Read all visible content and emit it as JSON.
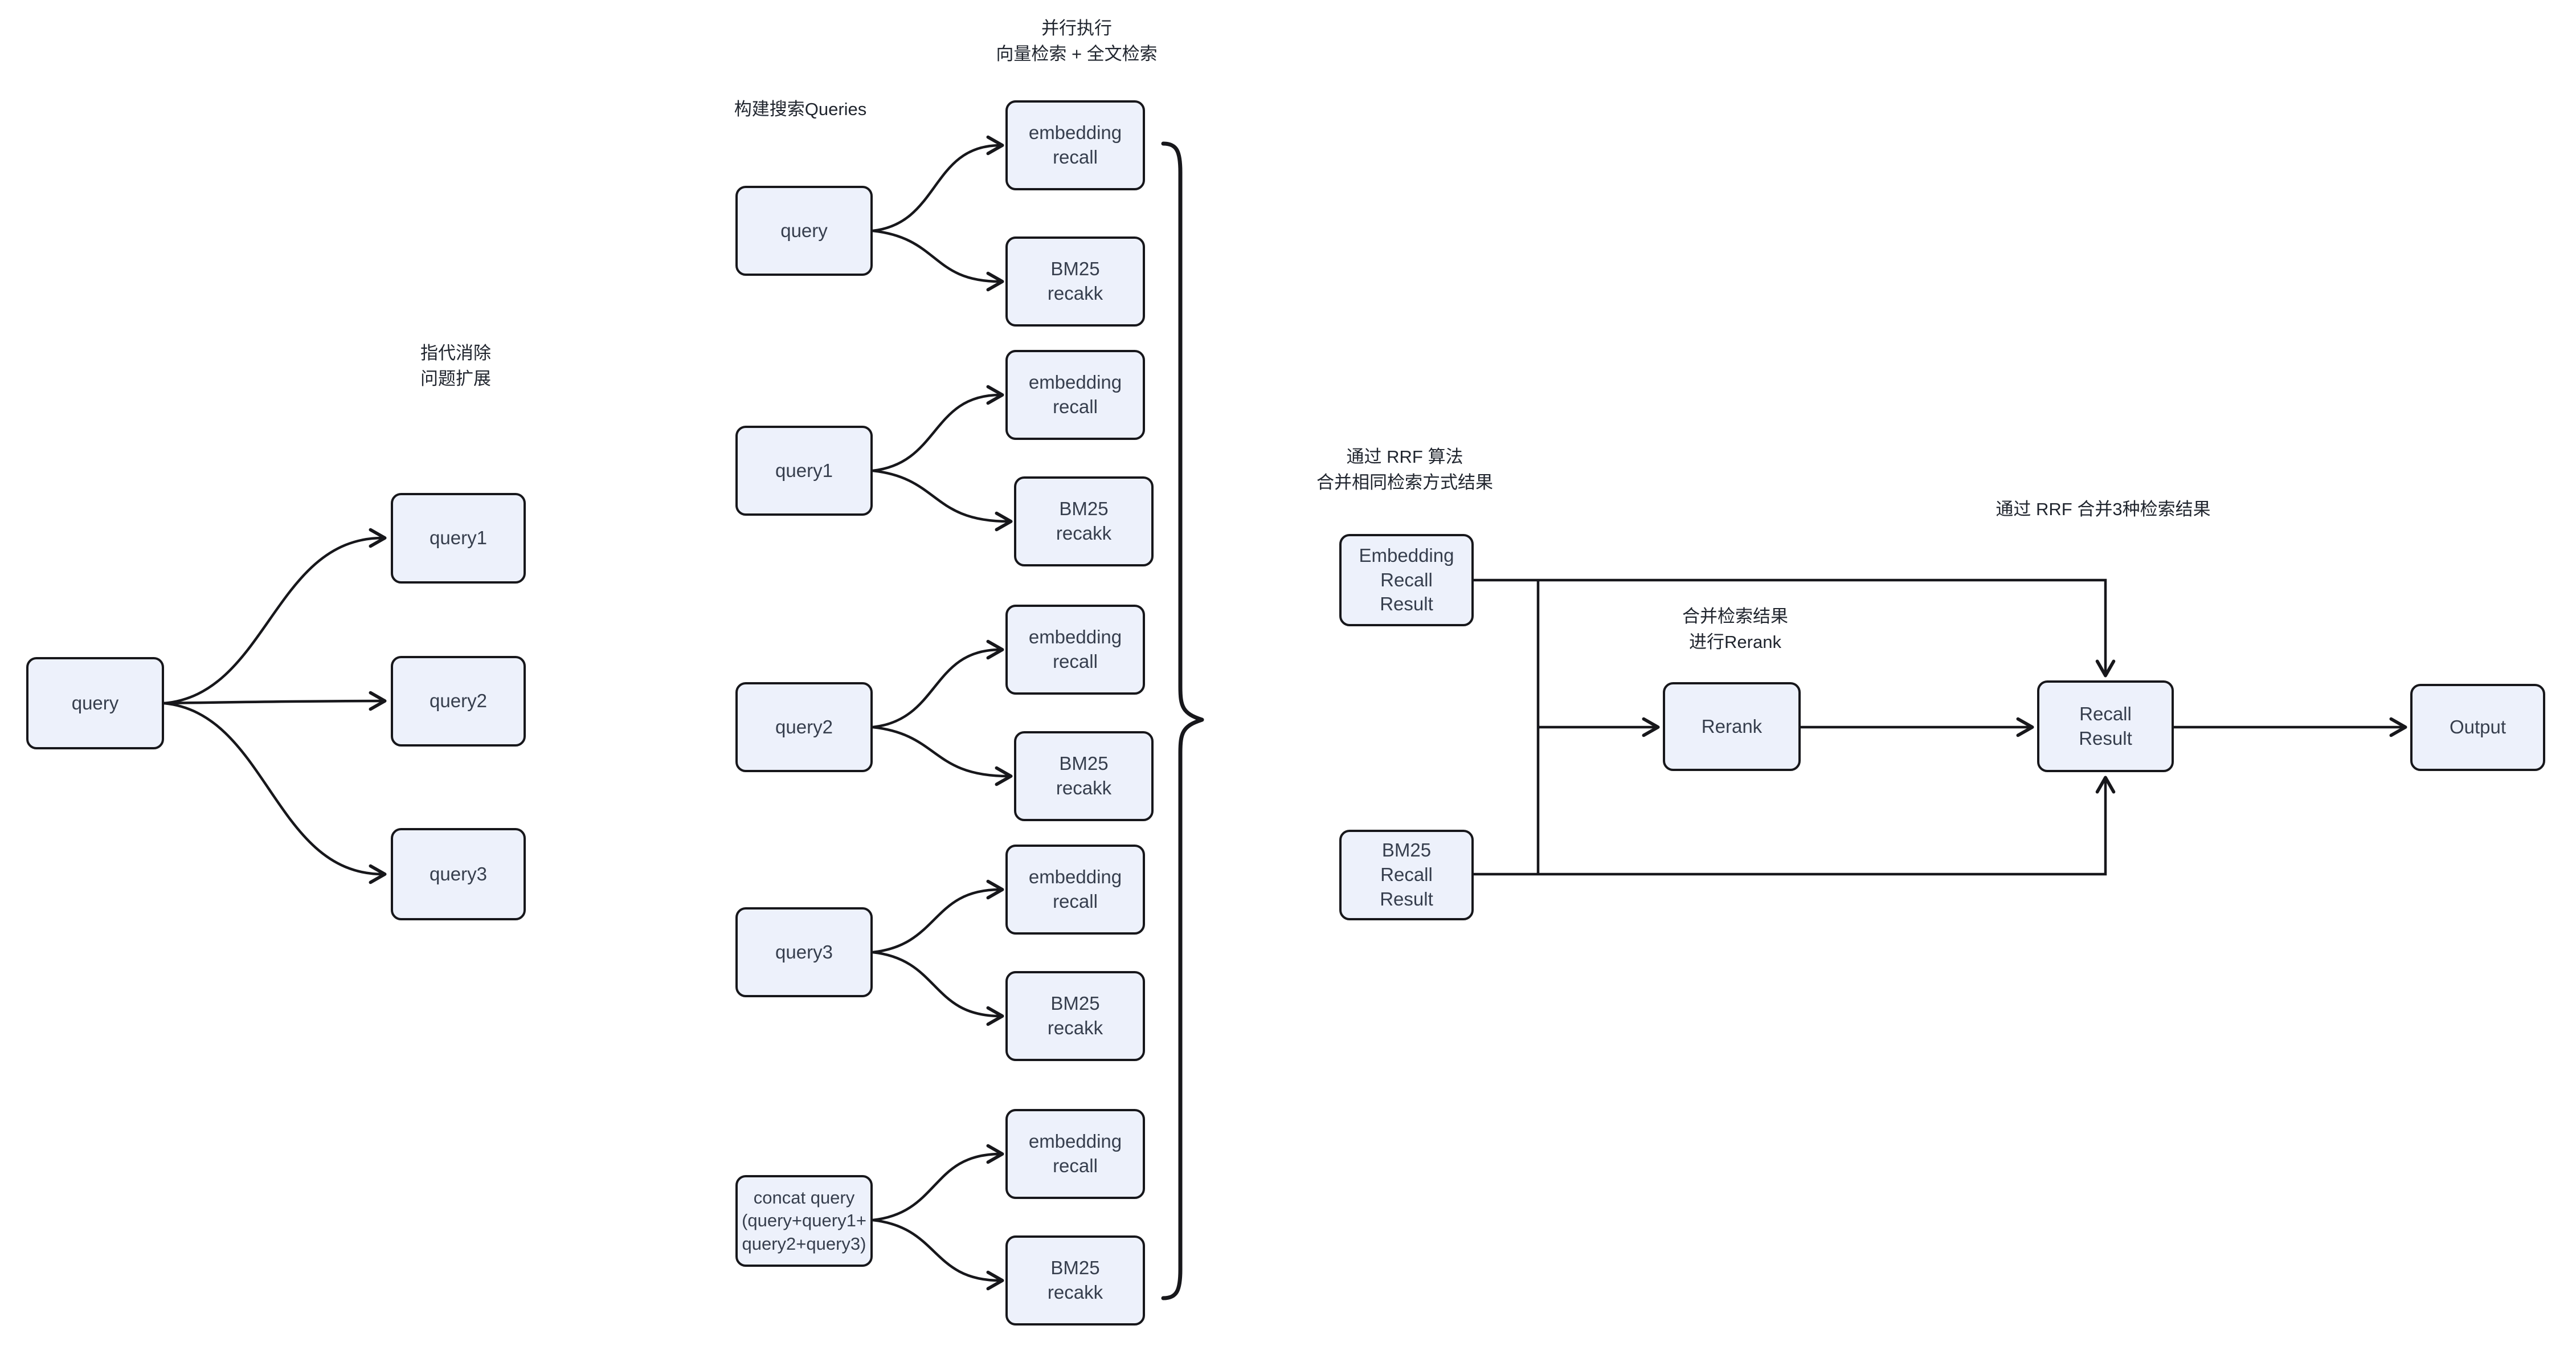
{
  "canvas": {
    "colors": {
      "background": "#ffffff",
      "node_fill": "#edf1fb",
      "node_border": "#17171b",
      "node_text": "#363e4d",
      "line": "#17171b",
      "note_text": "#20252e"
    }
  },
  "left_section": {
    "note": "指代消除\n问题扩展",
    "source": "query",
    "targets": [
      "query1",
      "query2",
      "query3"
    ]
  },
  "middle_section": {
    "note": "构建搜索Queries",
    "parallel_note": "并行执行\n向量检索 + 全文检索",
    "sources": [
      "query",
      "query1",
      "query2",
      "query3",
      "concat query\n(query+query1+\nquery2+query3)"
    ],
    "embedding_recall_label": "embedding\nrecall",
    "bm25_recall_label": "BM25\nrecakk"
  },
  "right_section": {
    "rrf_merge_same_note": "通过 RRF 算法\n合并相同检索方式结果",
    "rerank_note": "合并检索结果\n进行Rerank",
    "rrf_merge3_note": "通过 RRF 合并3种检索结果",
    "embedding_result_label": "Embedding\nRecall\nResult",
    "bm25_result_label": "BM25\nRecall\nResult",
    "rerank_label": "Rerank",
    "recall_result_label": "Recall\nResult",
    "output_label": "Output"
  }
}
